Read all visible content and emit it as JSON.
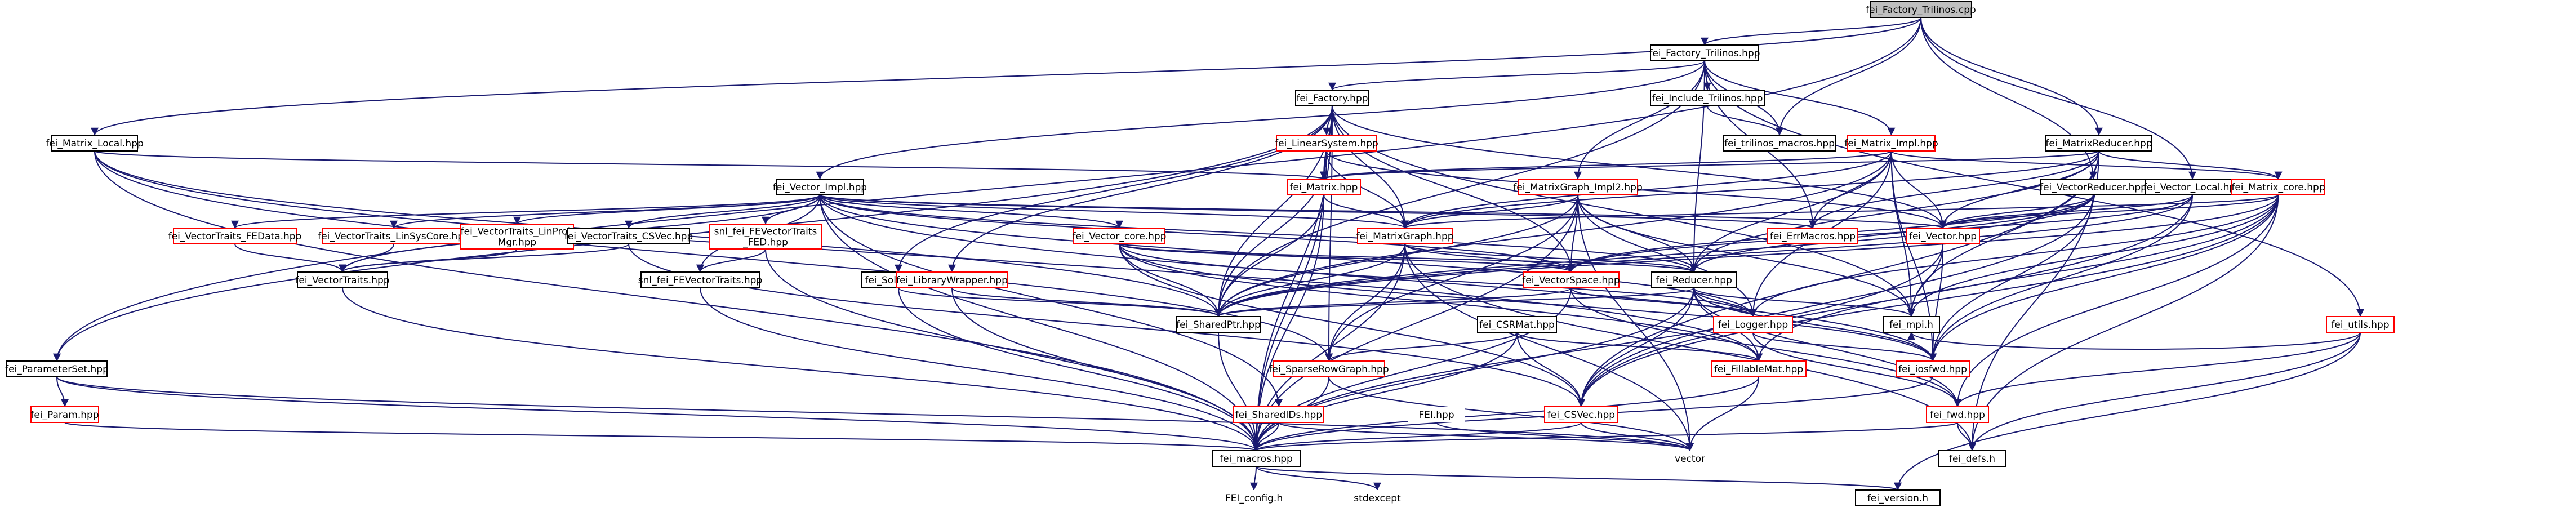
{
  "diagram": {
    "title": "fei_Factory_Trilinos.cpp",
    "colors": {
      "edge": "#191970",
      "black_text": "#000000",
      "red_text": "#ff0000",
      "border": "#000000",
      "red_border": "#ff0000",
      "root_fill": "#bfbfbf",
      "node_fill": "#ffffff",
      "plain_text_fill": "#ffffff"
    },
    "nodes": [
      {
        "id": "root",
        "label": "fei_Factory_Trilinos.cpp",
        "style": "root"
      },
      {
        "id": "factory_trilinos_hpp",
        "label": "fei_Factory_Trilinos.hpp",
        "style": "black"
      },
      {
        "id": "factory_hpp",
        "label": "fei_Factory.hpp",
        "style": "black"
      },
      {
        "id": "include_trilinos",
        "label": "fei_Include_Trilinos.hpp",
        "style": "black"
      },
      {
        "id": "trilinos_macros",
        "label": "fei_trilinos_macros.hpp",
        "style": "black"
      },
      {
        "id": "matrix_impl",
        "label": "fei_Matrix_Impl.hpp",
        "style": "red"
      },
      {
        "id": "matrixreducer",
        "label": "fei_MatrixReducer.hpp",
        "style": "black"
      },
      {
        "id": "matrix_local",
        "label": "fei_Matrix_Local.hpp",
        "style": "black"
      },
      {
        "id": "linearsystem",
        "label": "fei_LinearSystem.hpp",
        "style": "red"
      },
      {
        "id": "vector_impl",
        "label": "fei_Vector_Impl.hpp",
        "style": "black"
      },
      {
        "id": "matrix_hpp",
        "label": "fei_Matrix.hpp",
        "style": "red"
      },
      {
        "id": "matrixgraph_impl2",
        "label": "fei_MatrixGraph_Impl2.hpp",
        "style": "red"
      },
      {
        "id": "vectorreducer",
        "label": "fei_VectorReducer.hpp",
        "style": "black"
      },
      {
        "id": "vector_local",
        "label": "fei_Vector_Local.hpp",
        "style": "black"
      },
      {
        "id": "matrix_core",
        "label": "fei_Matrix_core.hpp",
        "style": "red"
      },
      {
        "id": "vt_fedata",
        "label": "fei_VectorTraits_FEData.hpp",
        "style": "red"
      },
      {
        "id": "vt_linsyscore",
        "label": "fei_VectorTraits_LinSysCore.hpp",
        "style": "red"
      },
      {
        "id": "vt_linprobmgr",
        "label": "fei_VectorTraits_LinProb\nMgr.hpp",
        "style": "red"
      },
      {
        "id": "vt_csvec",
        "label": "fei_VectorTraits_CSVec.hpp",
        "style": "black"
      },
      {
        "id": "snl_fevt_fed",
        "label": "snl_fei_FEVectorTraits\n_FED.hpp",
        "style": "red"
      },
      {
        "id": "vector_core",
        "label": "fei_Vector_core.hpp",
        "style": "red"
      },
      {
        "id": "matrixgraph",
        "label": "fei_MatrixGraph.hpp",
        "style": "red"
      },
      {
        "id": "errmacros",
        "label": "fei_ErrMacros.hpp",
        "style": "red"
      },
      {
        "id": "vector_hpp",
        "label": "fei_Vector.hpp",
        "style": "red"
      },
      {
        "id": "vectortraits",
        "label": "fei_VectorTraits.hpp",
        "style": "black"
      },
      {
        "id": "snl_fevt",
        "label": "snl_fei_FEVectorTraits.hpp",
        "style": "black"
      },
      {
        "id": "solver",
        "label": "fei_Solver.hpp",
        "style": "black"
      },
      {
        "id": "librarywrapper",
        "label": "fei_LibraryWrapper.hpp",
        "style": "red"
      },
      {
        "id": "vectorspace",
        "label": "fei_VectorSpace.hpp",
        "style": "red"
      },
      {
        "id": "reducer",
        "label": "fei_Reducer.hpp",
        "style": "black"
      },
      {
        "id": "sharedptr",
        "label": "fei_SharedPtr.hpp",
        "style": "black"
      },
      {
        "id": "csrmat",
        "label": "fei_CSRMat.hpp",
        "style": "black"
      },
      {
        "id": "logger",
        "label": "fei_Logger.hpp",
        "style": "red"
      },
      {
        "id": "mpi",
        "label": "fei_mpi.h",
        "style": "black"
      },
      {
        "id": "parameterset",
        "label": "fei_ParameterSet.hpp",
        "style": "black"
      },
      {
        "id": "sparserowgraph",
        "label": "fei_SparseRowGraph.hpp",
        "style": "red"
      },
      {
        "id": "fillablemat",
        "label": "fei_FillableMat.hpp",
        "style": "red"
      },
      {
        "id": "iosfwd",
        "label": "fei_iosfwd.hpp",
        "style": "red"
      },
      {
        "id": "utils",
        "label": "fei_utils.hpp",
        "style": "red"
      },
      {
        "id": "param",
        "label": "fei_Param.hpp",
        "style": "red"
      },
      {
        "id": "sharedids",
        "label": "fei_SharedIDs.hpp",
        "style": "red"
      },
      {
        "id": "fei_hpp",
        "label": "FEI.hpp",
        "style": "plain"
      },
      {
        "id": "csvec",
        "label": "fei_CSVec.hpp",
        "style": "red"
      },
      {
        "id": "fwd",
        "label": "fei_fwd.hpp",
        "style": "red"
      },
      {
        "id": "macros",
        "label": "fei_macros.hpp",
        "style": "black"
      },
      {
        "id": "vector_std",
        "label": "vector",
        "style": "plain"
      },
      {
        "id": "defs",
        "label": "fei_defs.h",
        "style": "black"
      },
      {
        "id": "fei_config",
        "label": "FEI_config.h",
        "style": "plain"
      },
      {
        "id": "stdexcept",
        "label": "stdexcept",
        "style": "plain"
      },
      {
        "id": "version",
        "label": "fei_version.h",
        "style": "black"
      }
    ],
    "edges": [
      [
        "root",
        "factory_trilinos_hpp"
      ],
      [
        "root",
        "matrixreducer"
      ],
      [
        "root",
        "vectorreducer"
      ],
      [
        "root",
        "trilinos_macros"
      ],
      [
        "root",
        "matrix_local"
      ],
      [
        "root",
        "vector_local"
      ],
      [
        "root",
        "parameterset"
      ],
      [
        "factory_trilinos_hpp",
        "factory_hpp"
      ],
      [
        "factory_trilinos_hpp",
        "include_trilinos"
      ],
      [
        "factory_trilinos_hpp",
        "trilinos_macros"
      ],
      [
        "factory_trilinos_hpp",
        "matrix_impl"
      ],
      [
        "factory_trilinos_hpp",
        "vector_impl"
      ],
      [
        "factory_trilinos_hpp",
        "errmacros"
      ],
      [
        "factory_trilinos_hpp",
        "reducer"
      ],
      [
        "factory_trilinos_hpp",
        "utils"
      ],
      [
        "factory_trilinos_hpp",
        "matrixgraph_impl2"
      ],
      [
        "factory_trilinos_hpp",
        "sharedptr"
      ],
      [
        "include_trilinos",
        "trilinos_macros"
      ],
      [
        "factory_hpp",
        "linearsystem"
      ],
      [
        "factory_hpp",
        "matrix_hpp"
      ],
      [
        "factory_hpp",
        "matrixgraph"
      ],
      [
        "factory_hpp",
        "vector_hpp"
      ],
      [
        "factory_hpp",
        "solver"
      ],
      [
        "factory_hpp",
        "librarywrapper"
      ],
      [
        "factory_hpp",
        "sharedptr"
      ],
      [
        "factory_hpp",
        "vectorspace"
      ],
      [
        "factory_hpp",
        "macros"
      ],
      [
        "factory_hpp",
        "parameterset"
      ],
      [
        "factory_hpp",
        "sparserowgraph"
      ],
      [
        "factory_hpp",
        "mpi"
      ],
      [
        "linearsystem",
        "matrix_hpp"
      ],
      [
        "linearsystem",
        "matrixgraph"
      ],
      [
        "linearsystem",
        "vector_hpp"
      ],
      [
        "linearsystem",
        "sharedptr"
      ],
      [
        "linearsystem",
        "macros"
      ],
      [
        "matrix_impl",
        "matrix_hpp"
      ],
      [
        "matrix_impl",
        "matrixgraph"
      ],
      [
        "matrix_impl",
        "errmacros"
      ],
      [
        "matrix_impl",
        "vector_hpp"
      ],
      [
        "matrix_impl",
        "matrix_core"
      ],
      [
        "matrix_impl",
        "sharedptr"
      ],
      [
        "matrix_impl",
        "logger"
      ],
      [
        "matrix_impl",
        "mpi"
      ],
      [
        "matrix_impl",
        "iosfwd"
      ],
      [
        "matrix_impl",
        "reducer"
      ],
      [
        "matrixreducer",
        "matrix_hpp"
      ],
      [
        "matrixreducer",
        "matrixgraph"
      ],
      [
        "matrixreducer",
        "matrix_core"
      ],
      [
        "matrixreducer",
        "errmacros"
      ],
      [
        "matrixreducer",
        "vector_hpp"
      ],
      [
        "matrixreducer",
        "reducer"
      ],
      [
        "matrixreducer",
        "csvec"
      ],
      [
        "matrixreducer",
        "defs"
      ],
      [
        "matrixreducer",
        "mpi"
      ],
      [
        "matrix_local",
        "matrix_hpp"
      ],
      [
        "matrix_local",
        "sharedptr"
      ],
      [
        "matrix_local",
        "sparserowgraph"
      ],
      [
        "matrix_local",
        "macros"
      ],
      [
        "matrix_local",
        "fillablemat"
      ],
      [
        "vector_impl",
        "vt_fedata"
      ],
      [
        "vector_impl",
        "vt_linsyscore"
      ],
      [
        "vector_impl",
        "vt_linprobmgr"
      ],
      [
        "vector_impl",
        "vt_csvec"
      ],
      [
        "vector_impl",
        "snl_fevt_fed"
      ],
      [
        "vector_impl",
        "vector_core"
      ],
      [
        "vector_impl",
        "vector_hpp"
      ],
      [
        "vector_impl",
        "vectortraits"
      ],
      [
        "vector_impl",
        "snl_fevt"
      ],
      [
        "vector_impl",
        "matrixgraph"
      ],
      [
        "vector_impl",
        "vectorspace"
      ],
      [
        "vector_impl",
        "errmacros"
      ],
      [
        "vector_impl",
        "reducer"
      ],
      [
        "vector_impl",
        "macros"
      ],
      [
        "vector_impl",
        "iosfwd"
      ],
      [
        "vector_impl",
        "logger"
      ],
      [
        "vector_impl",
        "sharedids"
      ],
      [
        "matrixgraph_impl2",
        "matrixgraph"
      ],
      [
        "matrixgraph_impl2",
        "vectorspace"
      ],
      [
        "matrixgraph_impl2",
        "reducer"
      ],
      [
        "matrixgraph_impl2",
        "sparserowgraph"
      ],
      [
        "matrixgraph_impl2",
        "sharedptr"
      ],
      [
        "matrixgraph_impl2",
        "logger"
      ],
      [
        "matrixgraph_impl2",
        "mpi"
      ],
      [
        "matrixgraph_impl2",
        "macros"
      ],
      [
        "matrixgraph_impl2",
        "vector_std"
      ],
      [
        "vectorreducer",
        "vector_hpp"
      ],
      [
        "vectorreducer",
        "reducer"
      ],
      [
        "vectorreducer",
        "vectorspace"
      ],
      [
        "vectorreducer",
        "iosfwd"
      ],
      [
        "vectorreducer",
        "csvec"
      ],
      [
        "vectorreducer",
        "sharedptr"
      ],
      [
        "vector_local",
        "vector_hpp"
      ],
      [
        "vector_local",
        "vectorspace"
      ],
      [
        "vector_local",
        "sharedptr"
      ],
      [
        "vector_local",
        "iosfwd"
      ],
      [
        "vector_local",
        "csvec"
      ],
      [
        "matrix_core",
        "vector_hpp"
      ],
      [
        "matrix_core",
        "matrixgraph"
      ],
      [
        "matrix_core",
        "logger"
      ],
      [
        "matrix_core",
        "mpi"
      ],
      [
        "matrix_core",
        "fillablemat"
      ],
      [
        "matrix_core",
        "iosfwd"
      ],
      [
        "matrix_core",
        "fwd"
      ],
      [
        "matrix_core",
        "sharedptr"
      ],
      [
        "matrix_core",
        "defs"
      ],
      [
        "matrix_core",
        "csvec"
      ],
      [
        "vt_fedata",
        "vectortraits"
      ],
      [
        "vt_linsyscore",
        "vectortraits"
      ],
      [
        "vt_linprobmgr",
        "vectortraits"
      ],
      [
        "vt_csvec",
        "vectortraits"
      ],
      [
        "vt_csvec",
        "csvec"
      ],
      [
        "snl_fevt_fed",
        "snl_fevt"
      ],
      [
        "snl_fevt_fed",
        "macros"
      ],
      [
        "vector_core",
        "sharedptr"
      ],
      [
        "vector_core",
        "vectorspace"
      ],
      [
        "vector_core",
        "reducer"
      ],
      [
        "vector_core",
        "logger"
      ],
      [
        "vector_core",
        "csvec"
      ],
      [
        "vector_core",
        "fillablemat"
      ],
      [
        "vector_core",
        "iosfwd"
      ],
      [
        "matrixgraph",
        "vectorspace"
      ],
      [
        "matrixgraph",
        "reducer"
      ],
      [
        "matrixgraph",
        "sparserowgraph"
      ],
      [
        "matrixgraph",
        "sharedptr"
      ],
      [
        "matrixgraph",
        "macros"
      ],
      [
        "matrixgraph",
        "defs"
      ],
      [
        "matrixgraph",
        "vector_std"
      ],
      [
        "matrix_hpp",
        "matrixgraph"
      ],
      [
        "matrix_hpp",
        "sharedptr"
      ],
      [
        "matrix_hpp",
        "macros"
      ],
      [
        "vector_hpp",
        "iosfwd"
      ],
      [
        "vector_hpp",
        "macros"
      ],
      [
        "vector_hpp",
        "mpi"
      ],
      [
        "vectortraits",
        "macros"
      ],
      [
        "snl_fevt",
        "macros"
      ],
      [
        "solver",
        "sharedptr"
      ],
      [
        "solver",
        "macros"
      ],
      [
        "librarywrapper",
        "sharedptr"
      ],
      [
        "librarywrapper",
        "macros"
      ],
      [
        "vectorspace",
        "logger"
      ],
      [
        "vectorspace",
        "sharedptr"
      ],
      [
        "vectorspace",
        "fwd"
      ],
      [
        "vectorspace",
        "macros"
      ],
      [
        "reducer",
        "sharedptr"
      ],
      [
        "reducer",
        "csvec"
      ],
      [
        "reducer",
        "fillablemat"
      ],
      [
        "reducer",
        "logger"
      ],
      [
        "reducer",
        "mpi"
      ],
      [
        "reducer",
        "macros"
      ],
      [
        "reducer",
        "fwd"
      ],
      [
        "reducer",
        "iosfwd"
      ],
      [
        "sharedptr",
        "macros"
      ],
      [
        "csrmat",
        "sparserowgraph"
      ],
      [
        "csrmat",
        "fillablemat"
      ],
      [
        "csrmat",
        "csvec"
      ],
      [
        "csrmat",
        "macros"
      ],
      [
        "logger",
        "iosfwd"
      ],
      [
        "logger",
        "fwd"
      ],
      [
        "parameterset",
        "param"
      ],
      [
        "parameterset",
        "macros"
      ],
      [
        "parameterset",
        "vector_std"
      ],
      [
        "sparserowgraph",
        "macros"
      ],
      [
        "sparserowgraph",
        "vector_std"
      ],
      [
        "fillablemat",
        "macros"
      ],
      [
        "fillablemat",
        "vector_std"
      ],
      [
        "iosfwd",
        "macros"
      ],
      [
        "utils",
        "fwd"
      ],
      [
        "utils",
        "defs"
      ],
      [
        "utils",
        "version"
      ],
      [
        "utils",
        "mpi"
      ],
      [
        "param",
        "macros"
      ],
      [
        "sharedids",
        "macros"
      ],
      [
        "sharedids",
        "vector_std"
      ],
      [
        "fei_hpp",
        "vector_std"
      ],
      [
        "csvec",
        "macros"
      ],
      [
        "csvec",
        "vector_std"
      ],
      [
        "fwd",
        "macros"
      ],
      [
        "fwd",
        "defs"
      ],
      [
        "macros",
        "fei_config"
      ],
      [
        "macros",
        "stdexcept"
      ],
      [
        "macros",
        "version"
      ]
    ]
  }
}
